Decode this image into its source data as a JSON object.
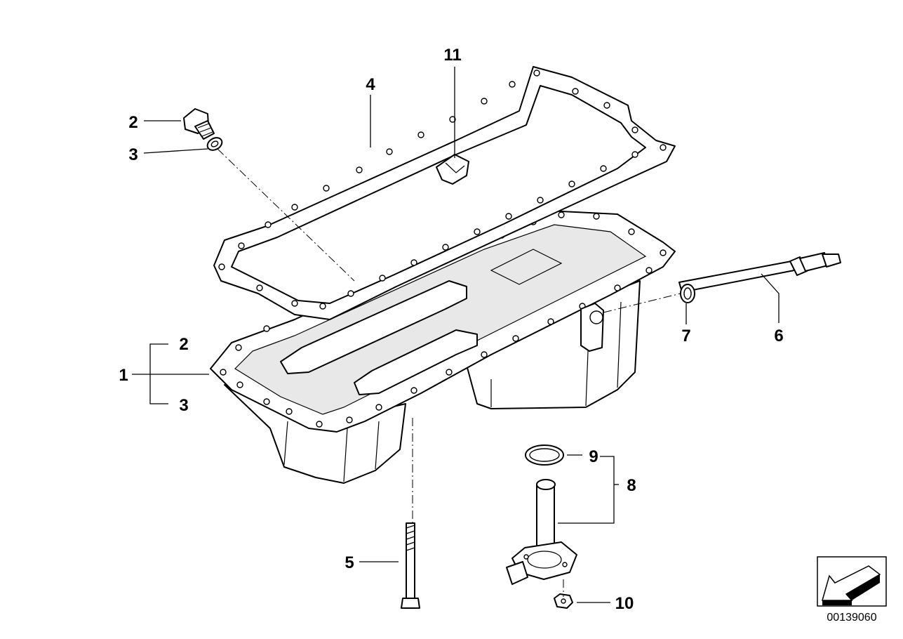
{
  "diagram": {
    "reference_number": "00139060",
    "callouts": {
      "c1": "1",
      "c2a": "2",
      "c2b": "2",
      "c3a": "3",
      "c3b": "3",
      "c4": "4",
      "c5": "5",
      "c6": "6",
      "c7": "7",
      "c8": "8",
      "c9": "9",
      "c10": "10",
      "c11": "11"
    }
  }
}
